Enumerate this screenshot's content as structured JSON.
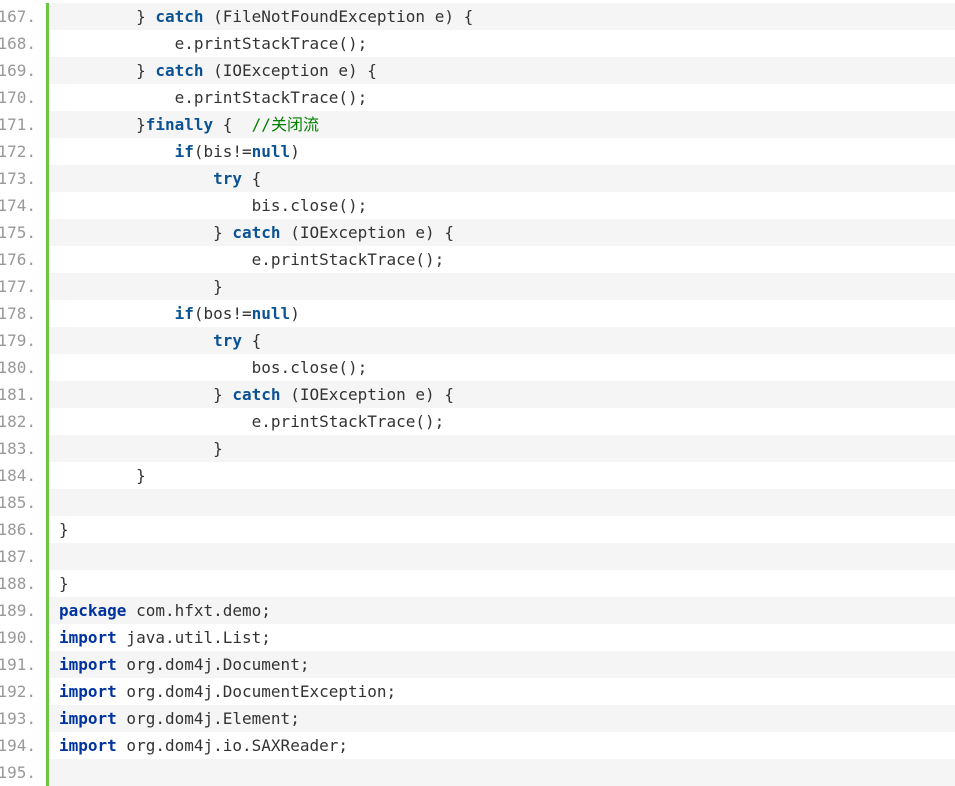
{
  "lines": [
    {
      "num": "167.",
      "parts": [
        {
          "t": "pl",
          "s": "        } "
        },
        {
          "t": "kw",
          "s": "catch"
        },
        {
          "t": "pl",
          "s": " (FileNotFoundException e) {"
        }
      ]
    },
    {
      "num": "168.",
      "parts": [
        {
          "t": "pl",
          "s": "            e.printStackTrace();"
        }
      ]
    },
    {
      "num": "169.",
      "parts": [
        {
          "t": "pl",
          "s": "        } "
        },
        {
          "t": "kw",
          "s": "catch"
        },
        {
          "t": "pl",
          "s": " (IOException e) {"
        }
      ]
    },
    {
      "num": "170.",
      "parts": [
        {
          "t": "pl",
          "s": "            e.printStackTrace();"
        }
      ]
    },
    {
      "num": "171.",
      "parts": [
        {
          "t": "pl",
          "s": "        }"
        },
        {
          "t": "kw",
          "s": "finally"
        },
        {
          "t": "pl",
          "s": " {  "
        },
        {
          "t": "cm",
          "s": "//关闭流"
        }
      ]
    },
    {
      "num": "172.",
      "parts": [
        {
          "t": "pl",
          "s": "            "
        },
        {
          "t": "kw",
          "s": "if"
        },
        {
          "t": "pl",
          "s": "(bis!="
        },
        {
          "t": "kw",
          "s": "null"
        },
        {
          "t": "pl",
          "s": ")"
        }
      ]
    },
    {
      "num": "173.",
      "parts": [
        {
          "t": "pl",
          "s": "                "
        },
        {
          "t": "kw",
          "s": "try"
        },
        {
          "t": "pl",
          "s": " {"
        }
      ]
    },
    {
      "num": "174.",
      "parts": [
        {
          "t": "pl",
          "s": "                    bis.close();"
        }
      ]
    },
    {
      "num": "175.",
      "parts": [
        {
          "t": "pl",
          "s": "                } "
        },
        {
          "t": "kw",
          "s": "catch"
        },
        {
          "t": "pl",
          "s": " (IOException e) {"
        }
      ]
    },
    {
      "num": "176.",
      "parts": [
        {
          "t": "pl",
          "s": "                    e.printStackTrace();"
        }
      ]
    },
    {
      "num": "177.",
      "parts": [
        {
          "t": "pl",
          "s": "                }"
        }
      ]
    },
    {
      "num": "178.",
      "parts": [
        {
          "t": "pl",
          "s": "            "
        },
        {
          "t": "kw",
          "s": "if"
        },
        {
          "t": "pl",
          "s": "(bos!="
        },
        {
          "t": "kw",
          "s": "null"
        },
        {
          "t": "pl",
          "s": ")"
        }
      ]
    },
    {
      "num": "179.",
      "parts": [
        {
          "t": "pl",
          "s": "                "
        },
        {
          "t": "kw",
          "s": "try"
        },
        {
          "t": "pl",
          "s": " {"
        }
      ]
    },
    {
      "num": "180.",
      "parts": [
        {
          "t": "pl",
          "s": "                    bos.close();"
        }
      ]
    },
    {
      "num": "181.",
      "parts": [
        {
          "t": "pl",
          "s": "                } "
        },
        {
          "t": "kw",
          "s": "catch"
        },
        {
          "t": "pl",
          "s": " (IOException e) {"
        }
      ]
    },
    {
      "num": "182.",
      "parts": [
        {
          "t": "pl",
          "s": "                    e.printStackTrace();"
        }
      ]
    },
    {
      "num": "183.",
      "parts": [
        {
          "t": "pl",
          "s": "                }"
        }
      ]
    },
    {
      "num": "184.",
      "parts": [
        {
          "t": "pl",
          "s": "        }"
        }
      ]
    },
    {
      "num": "185.",
      "parts": [
        {
          "t": "pl",
          "s": ""
        }
      ]
    },
    {
      "num": "186.",
      "parts": [
        {
          "t": "pl",
          "s": "}"
        }
      ]
    },
    {
      "num": "187.",
      "parts": [
        {
          "t": "pl",
          "s": ""
        }
      ]
    },
    {
      "num": "188.",
      "parts": [
        {
          "t": "pl",
          "s": "}"
        }
      ]
    },
    {
      "num": "189.",
      "parts": [
        {
          "t": "kw2",
          "s": "package"
        },
        {
          "t": "pl",
          "s": " com.hfxt.demo;"
        }
      ]
    },
    {
      "num": "190.",
      "parts": [
        {
          "t": "kw2",
          "s": "import"
        },
        {
          "t": "pl",
          "s": " java.util.List;"
        }
      ]
    },
    {
      "num": "191.",
      "parts": [
        {
          "t": "kw2",
          "s": "import"
        },
        {
          "t": "pl",
          "s": " org.dom4j.Document;"
        }
      ]
    },
    {
      "num": "192.",
      "parts": [
        {
          "t": "kw2",
          "s": "import"
        },
        {
          "t": "pl",
          "s": " org.dom4j.DocumentException;"
        }
      ]
    },
    {
      "num": "193.",
      "parts": [
        {
          "t": "kw2",
          "s": "import"
        },
        {
          "t": "pl",
          "s": " org.dom4j.Element;"
        }
      ]
    },
    {
      "num": "194.",
      "parts": [
        {
          "t": "kw2",
          "s": "import"
        },
        {
          "t": "pl",
          "s": " org.dom4j.io.SAXReader;"
        }
      ]
    },
    {
      "num": "195.",
      "parts": [
        {
          "t": "pl",
          "s": ""
        }
      ]
    }
  ],
  "colors": {
    "gutter_border": "#6cc644",
    "keyword": "#0b5394",
    "comment": "#008000",
    "text": "#333333",
    "line_number": "#999999"
  }
}
